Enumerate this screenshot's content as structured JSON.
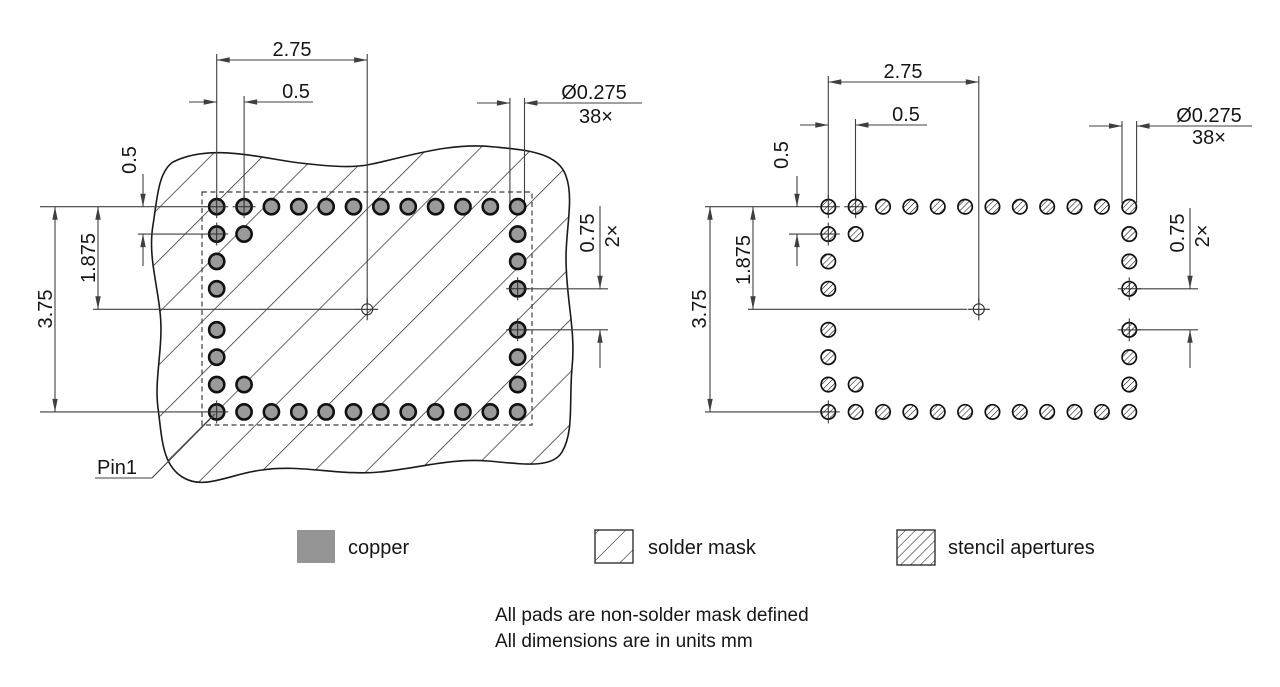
{
  "figure": {
    "description": "PCB land pattern drawing, two views",
    "background": "#ffffff"
  },
  "dimensions": {
    "center_offset": "2.75",
    "pad_pitch": "0.5",
    "pad_diameter": "Ø0.275",
    "pad_count": "38×",
    "row_pitch": "0.5",
    "center_height": "1.875",
    "total_height": "3.75",
    "mid_gap": "0.75",
    "mid_gap_qty": "2×",
    "pin1_label": "Pin1"
  },
  "legend": {
    "copper": "copper",
    "solder_mask": "solder mask",
    "stencil": "stencil apertures"
  },
  "notes": {
    "line1": "All pads are non-solder mask defined",
    "line2": "All dimensions are in units mm"
  },
  "pattern": {
    "total_pads": 38,
    "columns": 12,
    "pitch_mm": 0.5,
    "pad_diameter_mm": 0.275,
    "row_offsets_mm": [
      0,
      0.5,
      1,
      1.5,
      2.25,
      2.75,
      3.25,
      3.75
    ],
    "width_mm": 5.5,
    "height_mm": 3.75,
    "center_offset_mm": 2.75,
    "mid_gap_mm": 0.75
  },
  "colors": {
    "copper_fill": "#9a9a9a",
    "dim_line": "#3f3f3f",
    "outline": "#1a1a1a",
    "pad_ring": "#111111"
  }
}
